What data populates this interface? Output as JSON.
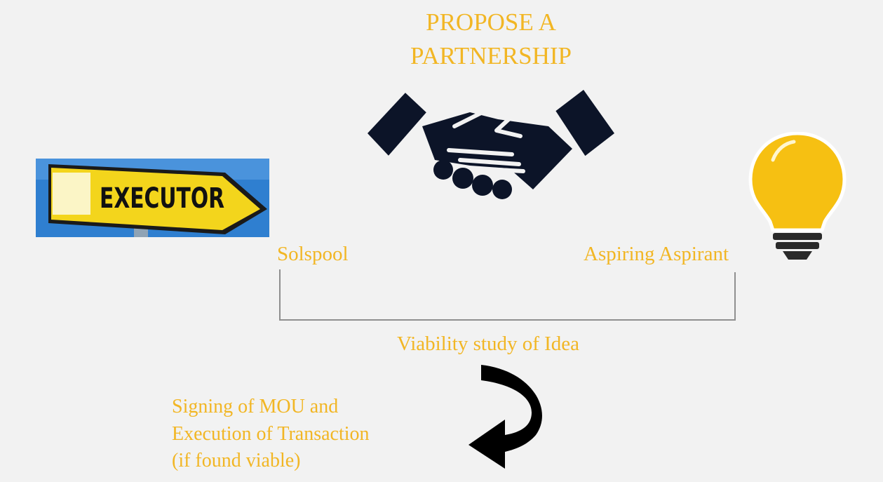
{
  "title": {
    "line1": "PROPOSE A",
    "line2": "PARTNERSHIP"
  },
  "executor_sign": {
    "text": "EXECUTOR"
  },
  "parties": {
    "left": "Solspool",
    "right": "Aspiring Aspirant"
  },
  "process": {
    "viability": "Viability study of Idea",
    "final_lines": [
      "Signing of MOU  and",
      "Execution of Transaction",
      "(if found viable)"
    ]
  },
  "colors": {
    "text_accent": "#f2b624",
    "icon_dark": "#0c1428",
    "bulb_yellow": "#f6c012",
    "sign_blue": "#2f7fd0"
  },
  "icons": {
    "handshake": "handshake-icon",
    "bulb": "lightbulb-icon",
    "arrow": "curved-arrow-icon"
  }
}
